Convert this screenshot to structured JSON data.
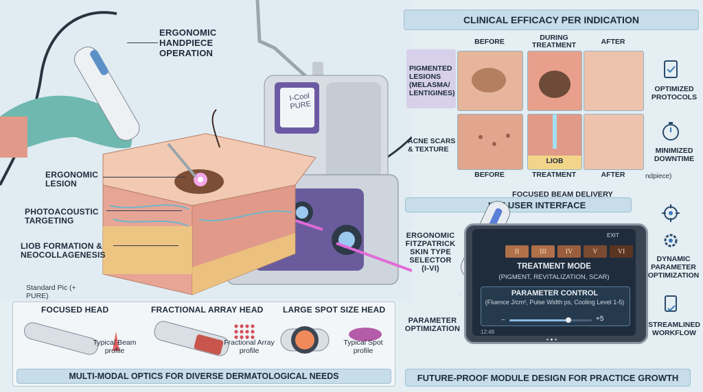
{
  "left": {
    "handpiece_label": "ERGONOMIC HANDPIECE OPERATION",
    "device_label": "I-Cool PURE",
    "lesion_label": "ERGONOMIC LESION",
    "photoacoustic_label": "PHOTOACOUSTIC TARGETING",
    "liob_label": "LIOB FORMATION & NEOCOLLAGENESIS",
    "standard_label": "Standard Pic (+ PURE)"
  },
  "heads": {
    "items": [
      {
        "title": "FOCUSED HEAD",
        "caption": "Typical Beam profile"
      },
      {
        "title": "FRACTIONAL ARRAY HEAD",
        "caption": "Fractional Array profile"
      },
      {
        "title": "LARGE SPOT SIZE HEAD",
        "caption": "Typical Spot profile"
      }
    ],
    "banner": "MULTI-MODAL OPTICS FOR DIVERSE DERMATOLOGICAL NEEDS"
  },
  "efficacy": {
    "title": "CLINICAL EFFICACY PER INDICATION",
    "columns": [
      "BEFORE",
      "DURING TREATMENT",
      "AFTER"
    ],
    "rows": [
      {
        "label": "PIGMENTED LESIONS (MELASMA/ LENTIGINES)"
      },
      {
        "label": "ACNE SCARS & TEXTURE",
        "overlay": "LIOB"
      }
    ],
    "footer": [
      "BEFORE",
      "TREATMENT",
      "AFTER"
    ],
    "overflow_text": "ndpiece)"
  },
  "sidebar": {
    "items": [
      {
        "icon": "clipboard-check-icon",
        "label": "OPTIMIZED PROTOCOLS"
      },
      {
        "icon": "stopwatch-icon",
        "label": "MINIMIZED DOWNTIME"
      },
      {
        "icon": "crosshair-icon",
        "label": ""
      },
      {
        "icon": "gear-icon",
        "label": "DYNAMIC PARAMETER OPTIMIZATION"
      },
      {
        "icon": "document-check-icon",
        "label": "STREAMLINED WORKFLOW"
      }
    ]
  },
  "interface": {
    "focused_beam_label": "FOCUSED BEAM DELIVERY",
    "ui_header": "IN   E USER INTERFACE",
    "fitz_label": "ERGONOMIC FITZPATRICK SKIN TYPE SELECTOR (I-VI)",
    "param_opt_label": "PARAMETER OPTIMIZATION",
    "screen": {
      "exit": "EXIT",
      "skin_types": [
        "II",
        "III",
        "IV",
        "V",
        "VI"
      ],
      "mode_title": "TREATMENT MODE",
      "mode_options": "(PIGMENT, REVITALIZATION, SCAR)",
      "param_title": "PARAMETER CONTROL",
      "param_detail": "(Fluence J/cm², Pulse Width ps, Cooling Level 1-5)",
      "slider_value": "+5",
      "slider_level": 0.72,
      "clock": "12:48"
    },
    "banner": "FUTURE-PROOF MODULE DESIGN FOR PRACTICE GROWTH"
  },
  "colors": {
    "accent_purple": "#7a5fb0",
    "header_blue": "#c7dde9",
    "skin": "#e9b9a0",
    "laser_pink": "#e06ad8"
  }
}
